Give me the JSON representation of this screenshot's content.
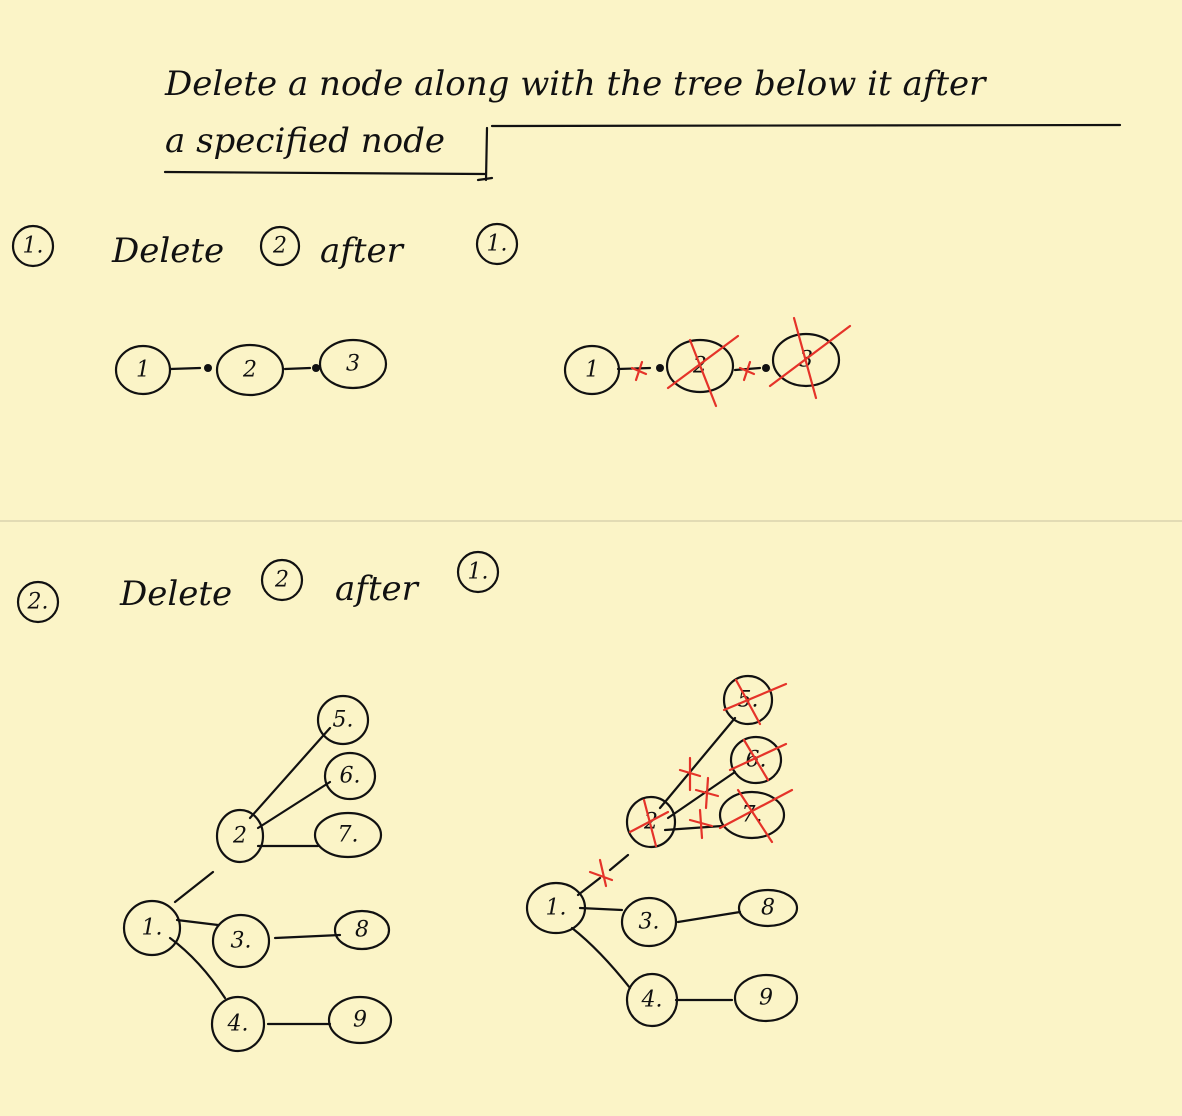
{
  "title": {
    "line1": "Delete a node along with the tree below it after",
    "line2": "a specified node"
  },
  "section1": {
    "number": "1.",
    "heading_prefix": "Delete",
    "heading_target": "2",
    "heading_mid": "after",
    "heading_anchor": "1.",
    "before_nodes": [
      "1",
      "2",
      "3"
    ],
    "after_nodes": [
      "1",
      "2",
      "3"
    ],
    "deleted_nodes": [
      "2",
      "3"
    ]
  },
  "section2": {
    "number": "2.",
    "heading_prefix": "Delete",
    "heading_target": "2",
    "heading_mid": "after",
    "heading_anchor": "1.",
    "tree_nodes": [
      "1.",
      "2",
      "3.",
      "4.",
      "5.",
      "6.",
      "7.",
      "8",
      "9"
    ],
    "deleted_nodes": [
      "2",
      "5.",
      "6.",
      "7."
    ]
  },
  "colors": {
    "paper": "#fbf4c7",
    "ink": "#111111",
    "deletion_mark": "#e53329"
  }
}
